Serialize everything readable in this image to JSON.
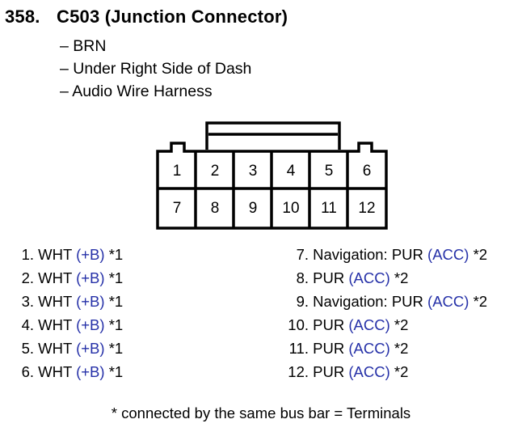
{
  "header": {
    "number": "358.",
    "title": "C503 (Junction Connector)",
    "details": [
      "BRN",
      "Under Right Side of Dash",
      "Audio Wire Harness"
    ]
  },
  "connector": {
    "top_row": [
      "1",
      "2",
      "3",
      "4",
      "5",
      "6"
    ],
    "bottom_row": [
      "7",
      "8",
      "9",
      "10",
      "11",
      "12"
    ]
  },
  "pins": [
    {
      "num": "1.",
      "desc": "WHT",
      "signal": "(+B)",
      "mark": "*1"
    },
    {
      "num": "2.",
      "desc": "WHT",
      "signal": "(+B)",
      "mark": "*1"
    },
    {
      "num": "3.",
      "desc": "WHT",
      "signal": "(+B)",
      "mark": "*1"
    },
    {
      "num": "4.",
      "desc": "WHT",
      "signal": "(+B)",
      "mark": "*1"
    },
    {
      "num": "5.",
      "desc": "WHT",
      "signal": "(+B)",
      "mark": "*1"
    },
    {
      "num": "6.",
      "desc": "WHT",
      "signal": "(+B)",
      "mark": "*1"
    },
    {
      "num": "7.",
      "desc": "Navigation: PUR",
      "signal": "(ACC)",
      "mark": "*2"
    },
    {
      "num": "8.",
      "desc": "PUR",
      "signal": "(ACC)",
      "mark": "*2"
    },
    {
      "num": "9.",
      "desc": "Navigation: PUR",
      "signal": "(ACC)",
      "mark": "*2"
    },
    {
      "num": "10.",
      "desc": "PUR",
      "signal": "(ACC)",
      "mark": "*2"
    },
    {
      "num": "11.",
      "desc": "PUR",
      "signal": "(ACC)",
      "mark": "*2"
    },
    {
      "num": "12.",
      "desc": "PUR",
      "signal": "(ACC)",
      "mark": "*2"
    }
  ],
  "footnote": "* connected by the same bus bar = Terminals",
  "colors": {
    "signal": "#2631a8"
  }
}
